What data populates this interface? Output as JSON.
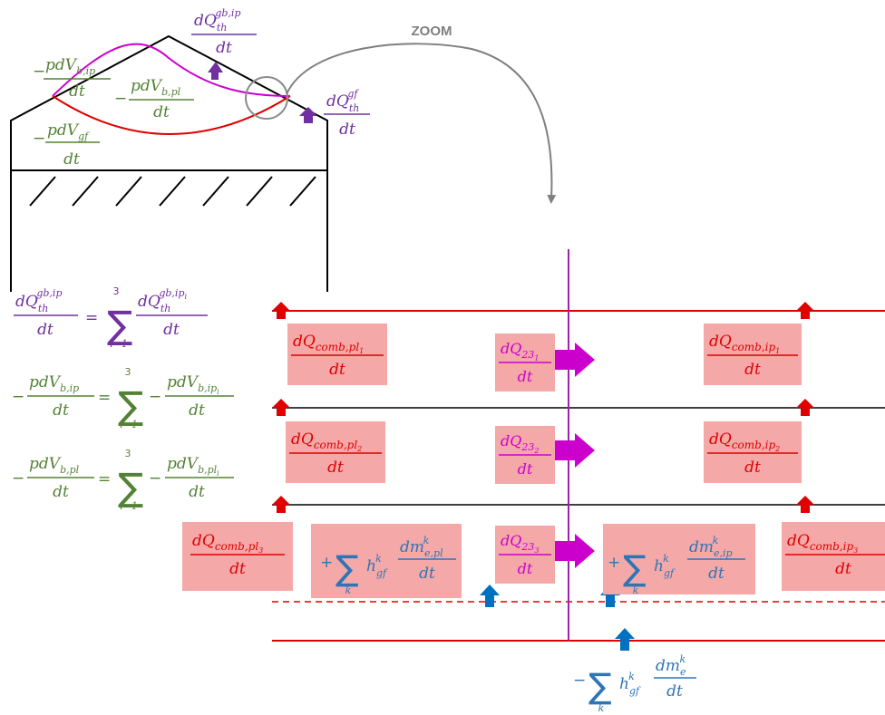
{
  "zoom_label": "ZOOM",
  "colors": {
    "purple": "#7030A0",
    "green": "#548235",
    "red": "#E00000",
    "blue": "#2E75B6",
    "magenta": "#CC00CC",
    "box_fill": "#F4A8A8",
    "gray": "#7F7F7F"
  },
  "icons": {
    "heat_arrow": "up-arrow-icon",
    "flow_arrow": "right-arrow-icon",
    "zoom_arrow": "curved-arrow-icon",
    "magnifier": "circle-icon"
  },
  "symbols": {
    "d": "d",
    "Q": "Q",
    "p": "p",
    "V": "V",
    "h": "h",
    "m": "m",
    "dt": "dt",
    "minus": "−",
    "plus": "+",
    "equals": "=",
    "sum": "∑",
    "i_eq_1": "i=1",
    "three": "3",
    "k": "k",
    "th": "th",
    "gf": "gf",
    "gb_ip": "gb,ip",
    "gb_ip_i": "gb,ip",
    "i": "i",
    "b_ip": "b,ip",
    "b_pl": "b,pl",
    "b_ip_i": "b,ip",
    "b_pl_i": "b,pl",
    "e_pl": "e,pl",
    "e_ip": "e,ip",
    "e": "e",
    "comb_pl": "comb,pl",
    "comb_ip": "comb,ip",
    "n23": "23",
    "one": "1",
    "two": "2",
    "n3": "3"
  }
}
